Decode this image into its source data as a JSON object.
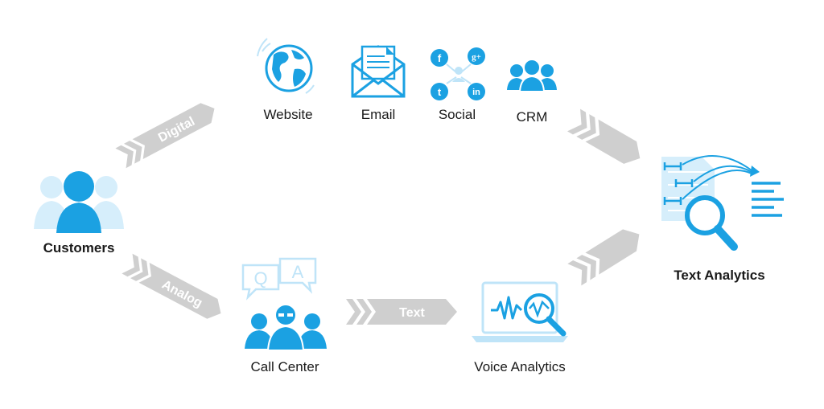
{
  "nodes": {
    "customers": "Customers",
    "website": "Website",
    "email": "Email",
    "social": "Social",
    "crm": "CRM",
    "call_center": "Call Center",
    "voice_analytics": "Voice Analytics",
    "text_analytics": "Text Analytics"
  },
  "arrows": {
    "digital": "Digital",
    "analog": "Analog",
    "text": "Text"
  },
  "social_badges": {
    "facebook": "f",
    "google_plus": "g+",
    "twitter": "t",
    "linkedin": "in"
  },
  "callout_letters": {
    "q": "Q",
    "a": "A"
  },
  "colors": {
    "accent": "#1ba1e2",
    "accent_light": "#bfe4f8",
    "arrow_gray": "#cfcfcf",
    "arrow_text": "#ffffff",
    "label": "#1a1a1a"
  }
}
